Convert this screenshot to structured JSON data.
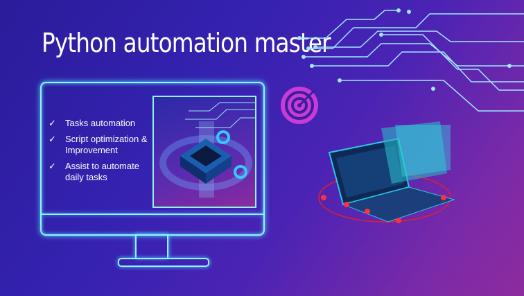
{
  "title": "Python automation master",
  "features": [
    {
      "icon": "check-icon",
      "mark": "✓",
      "text": "Tasks automation"
    },
    {
      "icon": "check-icon",
      "mark": "✓",
      "text": "Script optimization & Improvement"
    },
    {
      "icon": "check-icon",
      "mark": "✓",
      "text": "Assist to automate daily tasks"
    }
  ],
  "colors": {
    "accent": "#8ff4ff",
    "target": "#d63ae0",
    "bg_start": "#2a1c9a",
    "bg_end": "#8e2b9e"
  }
}
